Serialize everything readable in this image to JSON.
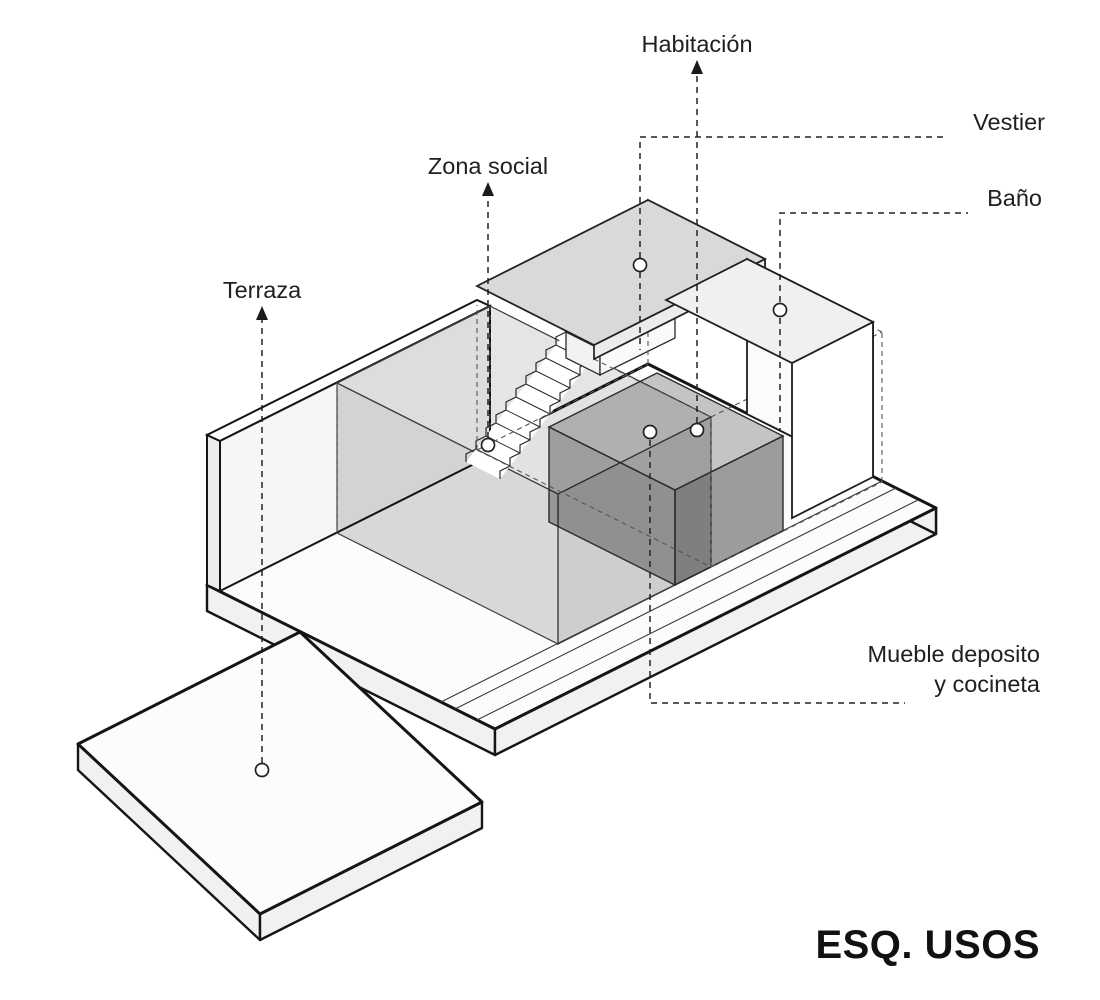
{
  "title": "ESQ. USOS",
  "labels": {
    "habitacion": "Habitación",
    "vestier": "Vestier",
    "bano": "Baño",
    "zona_social": "Zona social",
    "terraza": "Terraza",
    "mueble_deposito_line1": "Mueble deposito",
    "mueble_deposito_line2": "y cocineta"
  },
  "colors": {
    "background": "#ffffff",
    "line": "#1a1a1a",
    "volume_gray": "#d6d6d6",
    "cube_gray": "#a8a8a8",
    "roof_gray": "#d9d9d9"
  }
}
